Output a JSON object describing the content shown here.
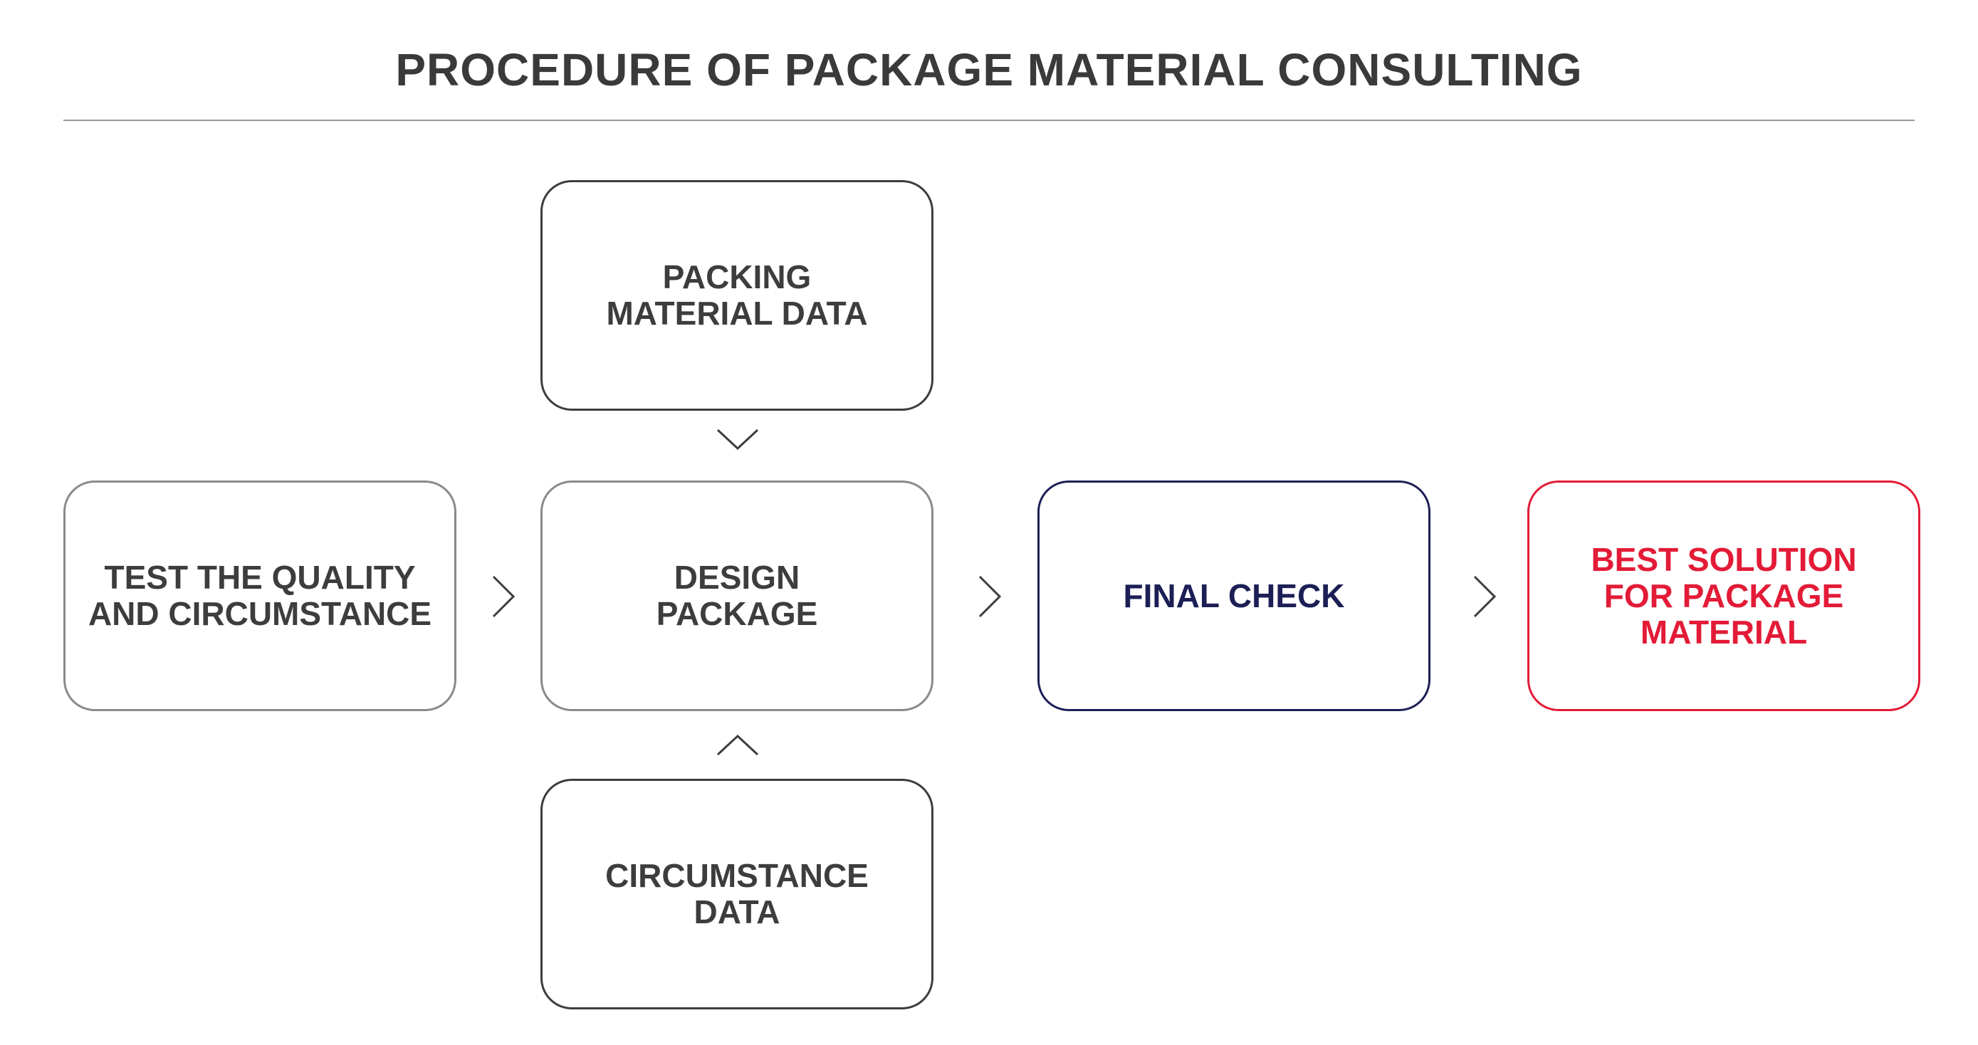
{
  "title": "PROCEDURE OF PACKAGE MATERIAL CONSULTING",
  "colors": {
    "title_text": "#3a3a3a",
    "default_text": "#3d3d3d",
    "final_check": "#1c1f55",
    "best_solution": "#e31b37",
    "arrow": "#3d3d3d",
    "divider": "#9a9a9a"
  },
  "nodes": {
    "packing_material_data": "PACKING\nMATERIAL DATA",
    "test_quality": "TEST THE QUALITY\nAND CIRCUMSTANCE",
    "design_package": "DESIGN\nPACKAGE",
    "final_check": "FINAL CHECK",
    "best_solution": "BEST SOLUTION\nFOR PACKAGE\nMATERIAL",
    "circumstance_data": "CIRCUMSTANCE\nDATA"
  },
  "arrows": [
    {
      "from": "packing_material_data",
      "to": "design_package",
      "icon": "chevron-down-icon"
    },
    {
      "from": "circumstance_data",
      "to": "design_package",
      "icon": "chevron-up-icon"
    },
    {
      "from": "test_quality",
      "to": "design_package",
      "icon": "chevron-right-icon"
    },
    {
      "from": "design_package",
      "to": "final_check",
      "icon": "chevron-right-icon"
    },
    {
      "from": "final_check",
      "to": "best_solution",
      "icon": "chevron-right-icon"
    }
  ]
}
